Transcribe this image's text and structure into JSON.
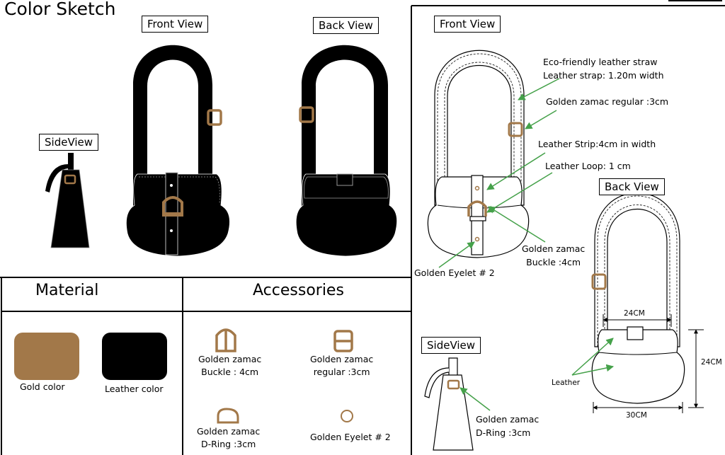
{
  "title": "Color Sketch",
  "views": {
    "front_left": "Front View",
    "back_left": "Back View",
    "side_left": "SideView",
    "front_right": "Front View",
    "back_right": "Back View",
    "side_right": "SideView"
  },
  "callouts": {
    "strap_line1": "Eco-friendly leather straw",
    "strap_line2": "Leather strap: 1.20m width",
    "regular": "Golden zamac regular :3cm",
    "strip": "Leather Strip:4cm in width",
    "loop": "Leather Loop: 1 cm",
    "buckle_line1": "Golden zamac",
    "buckle_line2": "Buckle :4cm",
    "eyelet": "Golden Eyelet # 2",
    "dring_line1": "Golden zamac",
    "dring_line2": "D-Ring :3cm"
  },
  "dimensions": {
    "flap_width": "24CM",
    "height": "24CM",
    "bottom_width": "30CM",
    "leather": "Leather"
  },
  "material": {
    "header": "Material",
    "items": [
      {
        "label": "Gold color",
        "color": "#a27849"
      },
      {
        "label": "Leather color",
        "color": "#000000"
      }
    ]
  },
  "accessories": {
    "header": "Accessories",
    "items": [
      {
        "icon": "buckle-icon",
        "line1": "Golden zamac",
        "line2": "Buckle :  4cm"
      },
      {
        "icon": "regular-icon",
        "line1": "Golden zamac",
        "line2": "regular :3cm"
      },
      {
        "icon": "dring-icon",
        "line1": "Golden zamac",
        "line2": "D-Ring :3cm"
      },
      {
        "icon": "eyelet-icon",
        "line1": "Golden Eyelet # 2",
        "line2": ""
      }
    ]
  },
  "colors": {
    "gold": "#a27849",
    "arrow": "#45a14a",
    "leather": "#000000"
  }
}
